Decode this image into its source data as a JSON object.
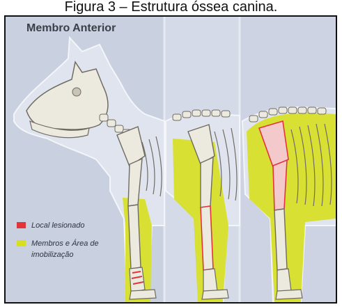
{
  "caption": "Figura 3 – Estrutura óssea canina.",
  "figure": {
    "title": "Membro Anterior",
    "panels": [
      "skull-and-forelimb",
      "forelimb-highlight",
      "torso-highlight"
    ]
  },
  "legend": {
    "items": [
      {
        "label": "Local lesionado",
        "color": "#e2343a"
      },
      {
        "label": "Membros e Área de imobilização",
        "color": "#d7df1f"
      }
    ]
  },
  "colors": {
    "background": "#c9d0e0",
    "silhouette": "#dfe4ee",
    "bone": "#ece9df",
    "bone_outline": "#6f6b63",
    "immobilization": "#d7df1f",
    "injury": "#e2343a"
  }
}
